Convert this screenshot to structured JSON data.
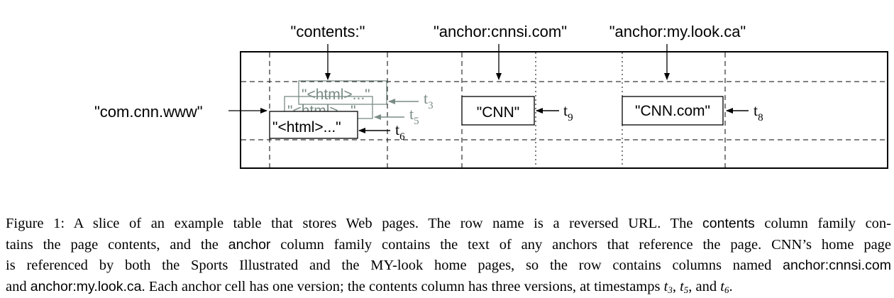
{
  "diagram": {
    "column_labels": {
      "contents": "\"contents:\"",
      "anchor_cnnsi": "\"anchor:cnnsi.com\"",
      "anchor_mylook": "\"anchor:my.look.ca\""
    },
    "row_label": "\"com.cnn.www\"",
    "contents_versions": {
      "v1": "\"<html>...\"",
      "v2": "\"<html>...\"",
      "v3": "\"<html>...\""
    },
    "anchor_values": {
      "cnnsi": "\"CNN\"",
      "mylook": "\"CNN.com\""
    },
    "timestamps": {
      "t3": {
        "base": "t",
        "sub": "3"
      },
      "t5": {
        "base": "t",
        "sub": "5"
      },
      "t6": {
        "base": "t",
        "sub": "6"
      },
      "t9": {
        "base": "t",
        "sub": "9"
      },
      "t8": {
        "base": "t",
        "sub": "8"
      }
    },
    "colors": {
      "ink": "#000000",
      "faded": "#7a8c86"
    }
  },
  "caption": {
    "figure_label": "Figure 1:",
    "text_1": "A slice of an example table that stores Web pages. The row name is a reversed URL. The",
    "term_contents": "contents",
    "text_2": "column family con-",
    "text_3": "tains the page contents, and the",
    "term_anchor": "anchor",
    "text_4": "column family contains the text of any anchors that reference the page. CNN’s home page",
    "text_5": "is referenced by both the Sports Illustrated and the MY-look home pages, so the row contains columns named",
    "term_anchor_cnnsi": "anchor:cnnsi.com",
    "text_6": "and",
    "term_anchor_mylook": "anchor:my.look.ca",
    "text_7": ". Each anchor cell has one version; the contents column has three versions, at timestamps",
    "ts_a": "t",
    "ts_a_sub": "3",
    "sep_1": ",",
    "ts_b": "t",
    "ts_b_sub": "5",
    "sep_2": ", and",
    "ts_c": "t",
    "ts_c_sub": "6",
    "end": "."
  }
}
